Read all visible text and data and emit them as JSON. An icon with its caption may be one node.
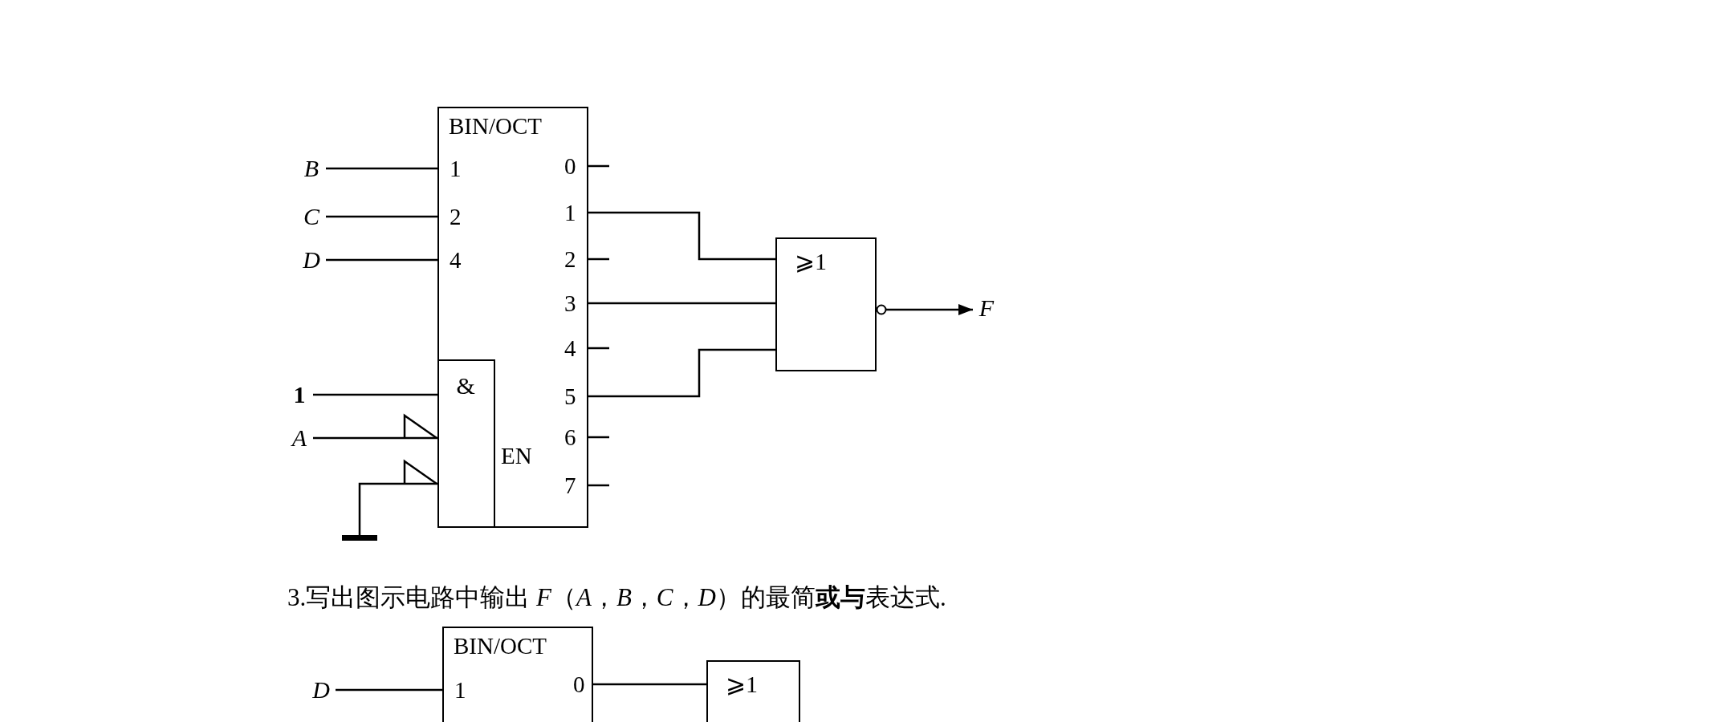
{
  "diagram": {
    "nodes": [
      {
        "text": [
          "BIN/OCT"
        ]
      },
      {
        "text": [
          "*B*"
        ]
      },
      {
        "text": [
          "*C*"
        ]
      },
      {
        "text": [
          "*D*"
        ]
      },
      {
        "text": [
          "⩾1"
        ]
      },
      {
        "text": [
          "*F*"
        ]
      },
      {
        "text": [
          "&"
        ],
        "in": 0
      },
      {
        "text": [
          "**1**"
        ]
      },
      {
        "text": [
          "*A*"
        ]
      },
      {
        "text": [],
        "shape": "bar"
      },
      {
        "text": [
          "BIN/OCT"
        ]
      },
      {
        "text": [
          "*D*"
        ]
      },
      {
        "text": [
          "⩾1"
        ]
      }
    ],
    "edges": [
      {
        "from": 1,
        "to": 0,
        "arrow": "none"
      },
      {
        "from": 2,
        "to": 0,
        "arrow": "none"
      },
      {
        "from": 3,
        "to": 0,
        "arrow": "none"
      },
      {
        "from": 0,
        "to": 4,
        "arrow": "none"
      },
      {
        "from": 0,
        "to": 4,
        "arrow": "none"
      },
      {
        "from": 0,
        "to": 4,
        "arrow": "none"
      },
      {
        "from": 4,
        "to": 5,
        "arrow": "to"
      },
      {
        "from": 7,
        "to": 6,
        "arrow": "none"
      },
      {
        "from": 8,
        "to": 6,
        "arrow": "none"
      },
      {
        "from": 9,
        "to": 6,
        "arrow": "none"
      },
      {
        "from": 11,
        "to": 10,
        "arrow": "none"
      },
      {
        "from": 10,
        "to": 12,
        "arrow": "none"
      }
    ],
    "labels": [
      "1",
      "0",
      "2",
      "1",
      "4",
      "2",
      "3",
      "4",
      "5",
      "6",
      "EN",
      "7",
      "3.写出图示电路中输出 *F*（*A*，*B*，*C*，*D*）的最简**或与**表达式.",
      "1",
      "0"
    ]
  }
}
